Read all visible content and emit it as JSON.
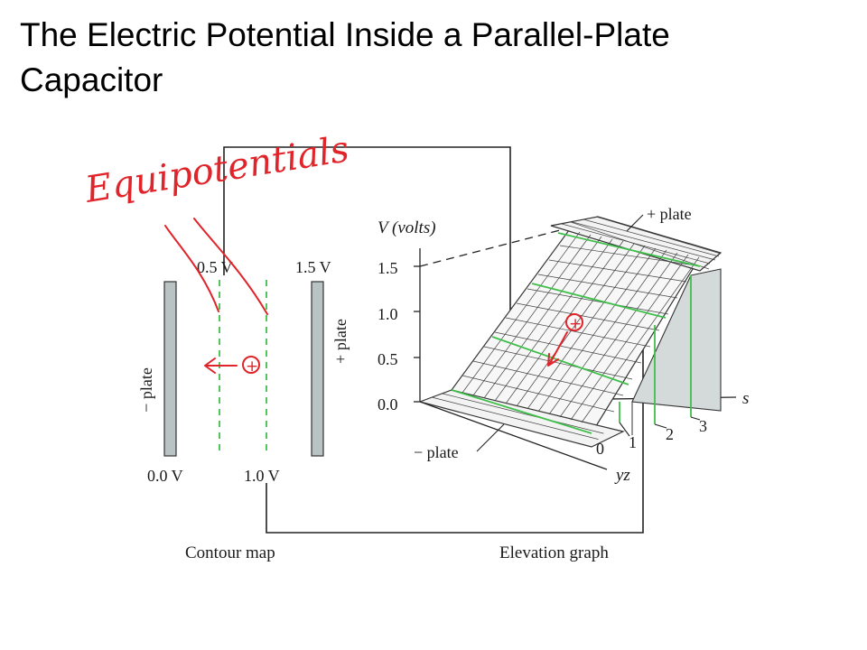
{
  "slide": {
    "title_line1": "The Electric Potential Inside a Parallel-Plate",
    "title_line2": "Capacitor"
  },
  "annotations": {
    "equipotentials_label": "Equipotentials",
    "charge_symbol": "+",
    "color": "#e0242a"
  },
  "contour_map": {
    "caption": "Contour map",
    "minus_plate_label": "− plate",
    "plus_plate_label": "+ plate",
    "labels": {
      "v_0_0": "0.0 V",
      "v_0_5": "0.5 V",
      "v_1_0": "1.0 V",
      "v_1_5": "1.5 V"
    },
    "plate_color": "#b9c3c3",
    "equipotential_color": "#3fbf4a"
  },
  "elevation_graph": {
    "caption": "Elevation graph",
    "y_axis_label": "V (volts)",
    "y_ticks": [
      "1.5",
      "1.0",
      "0.5",
      "0.0"
    ],
    "x_axis_label": "s",
    "x_ticks": [
      "0",
      "1",
      "2",
      "3"
    ],
    "depth_axis_label": "yz",
    "plus_plate_label": "+ plate",
    "minus_plate_label": "− plate"
  }
}
